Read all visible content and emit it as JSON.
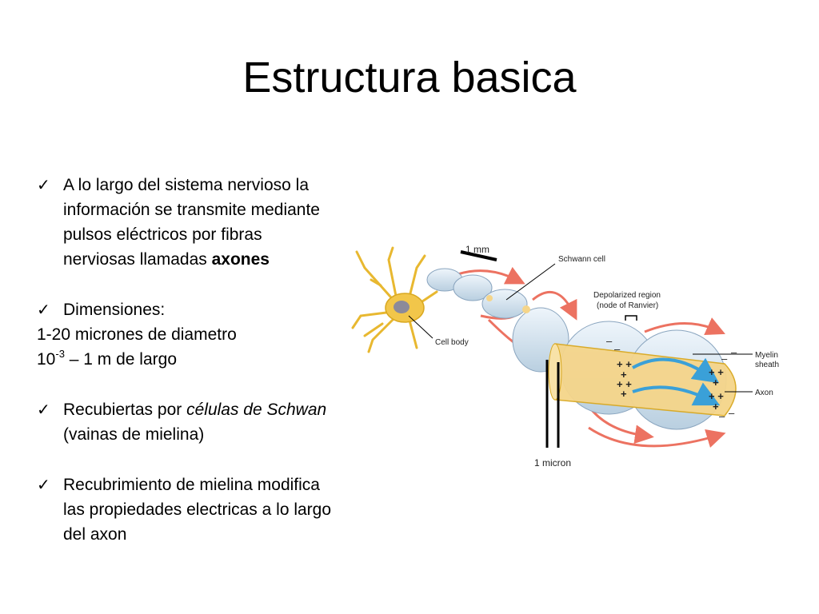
{
  "title": "Estructura basica",
  "bullets": [
    {
      "text": "A lo largo del sistema nervioso la información se transmite mediante pulsos eléctricos por fibras nerviosas llamadas",
      "bold": "axones"
    },
    {
      "text": "Dimensiones:",
      "sub": [
        "1-20 micrones de diametro",
        {
          "base": "10",
          "exp": "-3",
          "rest": " – 1 m de largo"
        }
      ]
    },
    {
      "text": "Recubiertas por",
      "italic": "células de Schwan",
      "after": " (vainas de mielina)"
    },
    {
      "text": "Recubrimiento de mielina modifica las propiedades electricas a lo largo del axon"
    }
  ],
  "diagram": {
    "scale_top": "1 mm",
    "scale_bottom": "1 micron",
    "schwann": "Schwann cell",
    "depol1": "Depolarized region",
    "depol2": "(node of Ranvier)",
    "cellbody": "Cell body",
    "myelin1": "Myelin",
    "myelin2": "sheath",
    "axon": "Axon"
  },
  "colors": {
    "myelin": "#d4e4f0",
    "axon": "#f5d58a",
    "cell_body": "#f2c64a",
    "current_arrow": "#e8503a",
    "ion_flow": "#3aa0d8"
  }
}
